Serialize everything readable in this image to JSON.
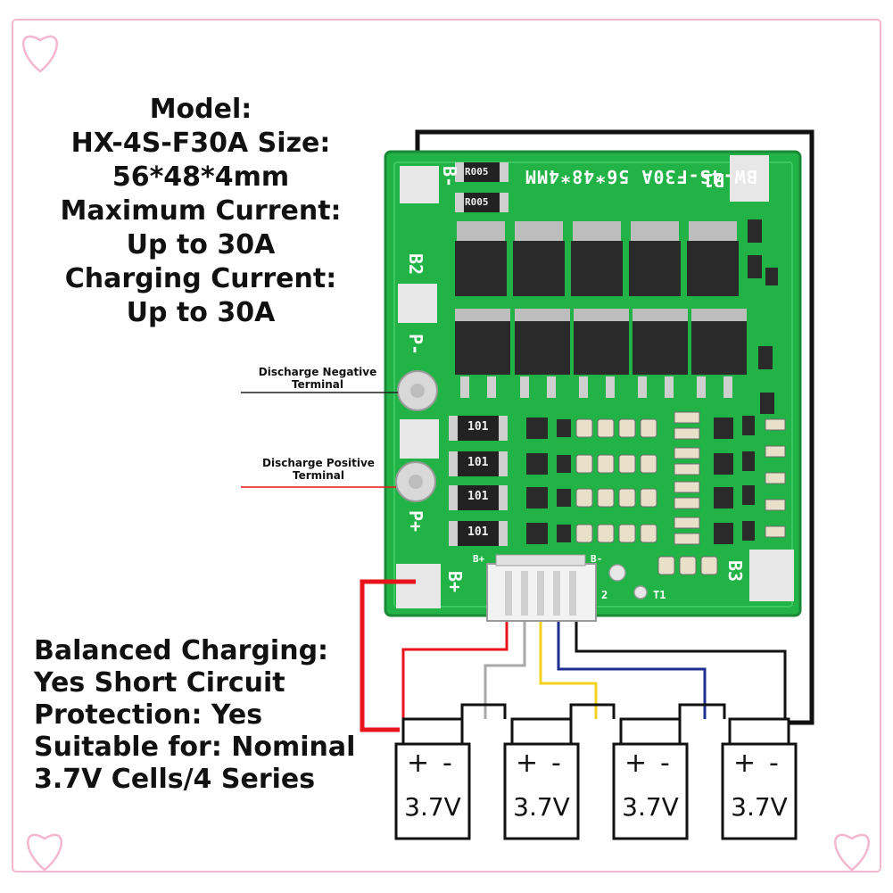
{
  "specs": {
    "line1": "Model:",
    "line2": "HX-4S-F30A Size:",
    "line3": "56*48*4mm",
    "line4": "Maximum Current:",
    "line5": "Up to 30A",
    "line6": "Charging Current:",
    "line7": "Up to 30A"
  },
  "callouts": {
    "neg_line1": "Discharge Negative",
    "neg_line2": "Terminal",
    "pos_line1": "Discharge Positive",
    "pos_line2": "Terminal"
  },
  "features": {
    "line1": "Balanced Charging:",
    "line2": "Yes Short Circuit",
    "line3": "Protection: Yes",
    "line4": "Suitable for: Nominal",
    "line5": "3.7V Cells/4 Series"
  },
  "pcb": {
    "board_text": "BW-4S-F30A 56*48*4MM",
    "resistor_top_1": "R005",
    "resistor_top_2": "R005",
    "pad_b_minus": "B-",
    "pad_b1": "B1",
    "pad_b2": "B2",
    "pad_p_minus": "P-",
    "pad_p_plus": "P+",
    "pad_b_plus": "B+",
    "pad_b3": "B3",
    "resistor_101": "101",
    "connector_bplus": "B+",
    "connector_bminus": "B-",
    "mark_2": "2",
    "mark_t1": "T1"
  },
  "batteries": [
    {
      "plus": "+",
      "minus": "-",
      "voltage": "3.7V"
    },
    {
      "plus": "+",
      "minus": "-",
      "voltage": "3.7V"
    },
    {
      "plus": "+",
      "minus": "-",
      "voltage": "3.7V"
    },
    {
      "plus": "+",
      "minus": "-",
      "voltage": "3.7V"
    }
  ],
  "colors": {
    "frame": "#f3b8cf",
    "pcb_green": "#22b347",
    "mosfet": "#2a2a2a",
    "wire_red": "#e8141b",
    "wire_black": "#111111",
    "wire_gray": "#a8a8a8",
    "wire_yellow": "#f2d21c",
    "wire_blue": "#1c2f8f"
  }
}
